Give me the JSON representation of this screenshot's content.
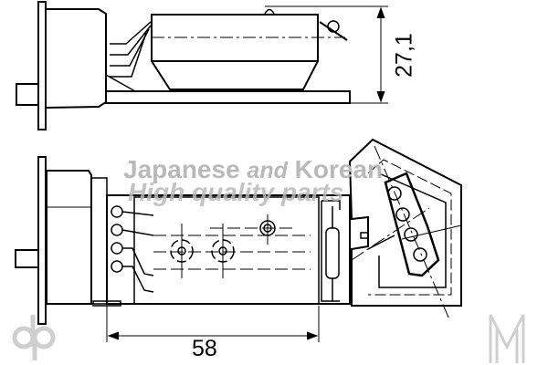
{
  "dimensions": {
    "height_label": "27,1",
    "width_label": "58"
  },
  "watermark": {
    "line1_a": "Japanese ",
    "line1_b": "and",
    "line1_c": " Korean",
    "line2": "High quality parts",
    "color": "#b9b9b9"
  },
  "colors": {
    "line": "#000000",
    "background": "#ffffff"
  }
}
